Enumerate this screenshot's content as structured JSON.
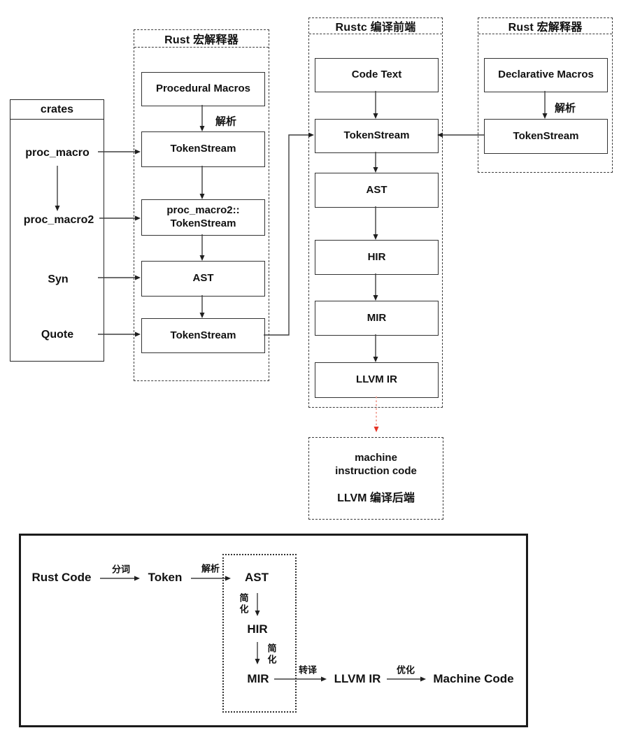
{
  "crates_panel": {
    "title": "crates",
    "items": [
      "proc_macro",
      "proc_macro2",
      "Syn",
      "Quote"
    ]
  },
  "macro_left_panel": {
    "title": "Rust 宏解释器",
    "parse_label": "解析",
    "nodes": [
      "Procedural Macros",
      "TokenStream",
      "proc_macro2::\nTokenStream",
      "AST",
      "TokenStream"
    ]
  },
  "rustc_panel": {
    "title": "Rustc 编译前端",
    "nodes": [
      "Code Text",
      "TokenStream",
      "AST",
      "HIR",
      "MIR",
      "LLVM IR"
    ]
  },
  "macro_right_panel": {
    "title": "Rust 宏解释器",
    "parse_label": "解析",
    "nodes": [
      "Declarative Macros",
      "TokenStream"
    ]
  },
  "llvm_backend_box": {
    "line1": "machine",
    "line2": "instruction code",
    "line3": "LLVM 编译后端"
  },
  "bottom_diagram": {
    "nodes": [
      "Rust Code",
      "Token",
      "AST",
      "HIR",
      "MIR",
      "LLVM IR",
      "Machine Code"
    ],
    "labels": {
      "tokenize": "分词",
      "parse": "解析",
      "simplify_a": "简化",
      "simplify_b": "简化",
      "translate": "转译",
      "optimize": "优化"
    }
  },
  "colors": {
    "line": "#3f3f3f",
    "red_arrow": "#e53426"
  }
}
